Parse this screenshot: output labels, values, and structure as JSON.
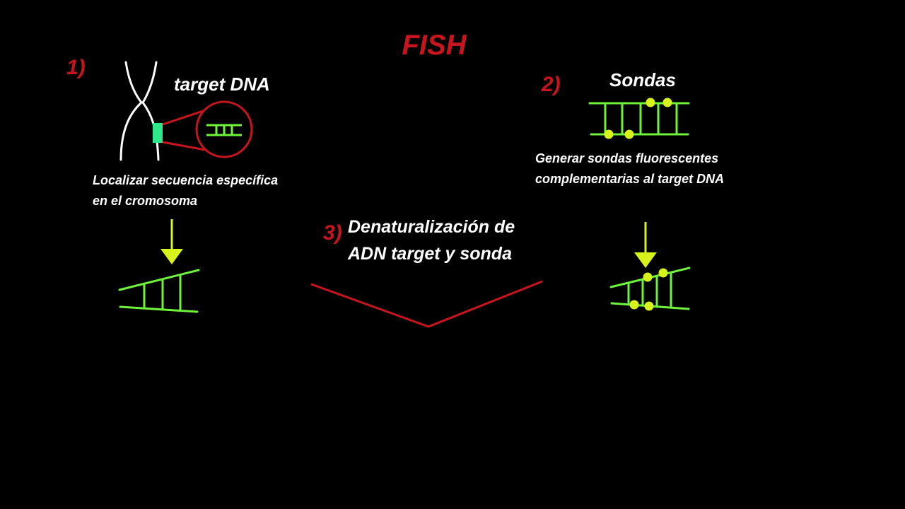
{
  "title": "FISH",
  "steps": [
    {
      "number": "1)",
      "heading": "target DNA",
      "description": [
        "Localizar secuencia específica",
        "en el cromosoma"
      ]
    },
    {
      "number": "2)",
      "heading": "Sondas",
      "description": [
        "Generar sondas fluorescentes",
        "complementarias al target DNA"
      ]
    },
    {
      "number": "3)",
      "heading": [
        "Denaturalización de",
        "ADN target y sonda"
      ]
    }
  ],
  "colors": {
    "background": "#000000",
    "accent_red": "#c8141c",
    "text_white": "#ffffff",
    "dna_green": "#6ef53a",
    "locus_green": "#2ee88a",
    "probe_yellow": "#d8f21c",
    "chromosome_white": "#ffffff"
  }
}
